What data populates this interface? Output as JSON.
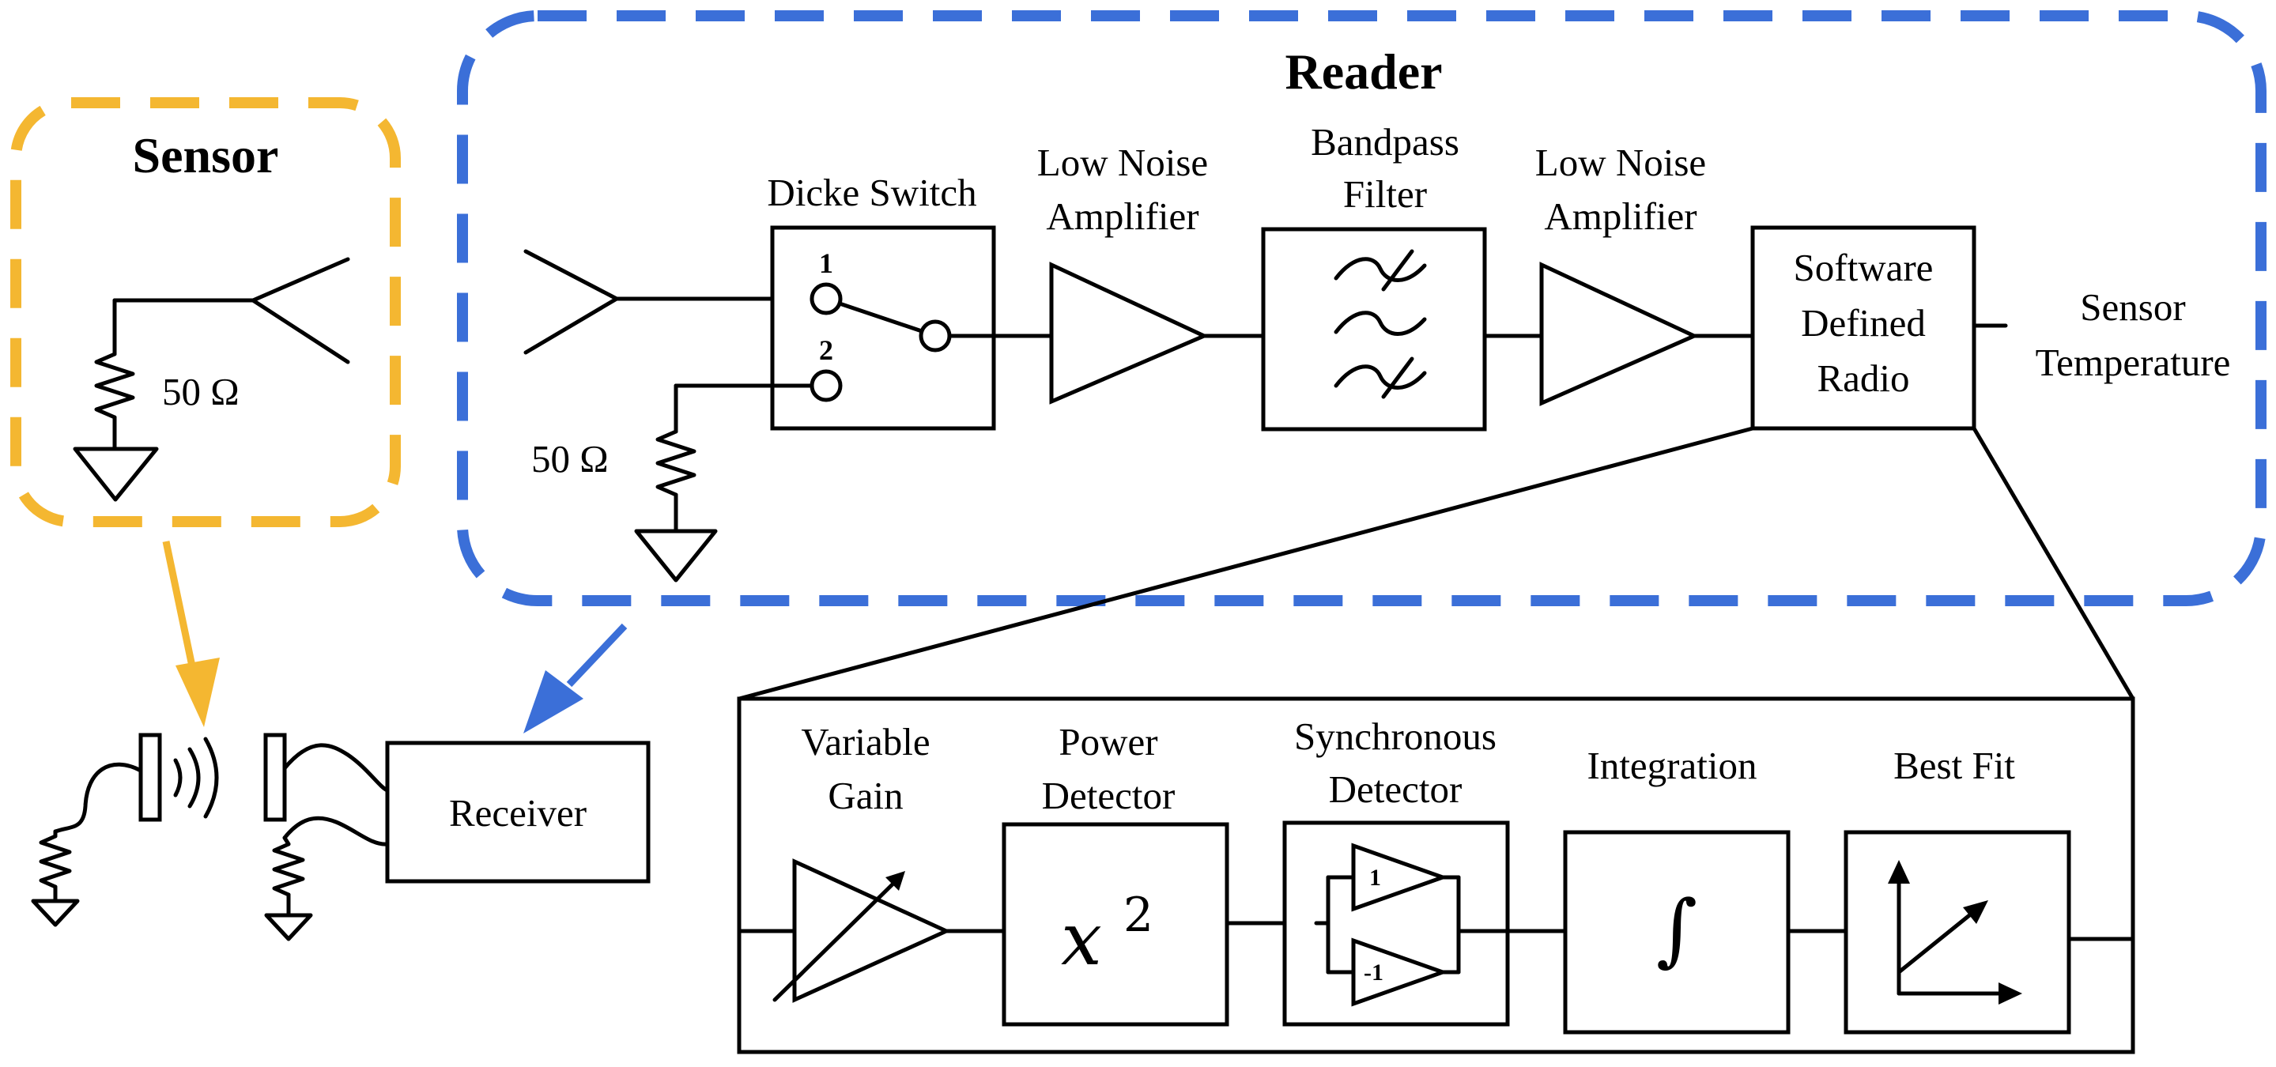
{
  "colors": {
    "sensor": "#F4B731",
    "reader": "#3B6FD8",
    "wire": "#000000"
  },
  "sensor": {
    "title": "Sensor",
    "resistor_label": "50 Ω"
  },
  "reader": {
    "title": "Reader",
    "dicke_switch": {
      "label": "Dicke Switch",
      "pin1": "1",
      "pin2": "2"
    },
    "lna1": {
      "line1": "Low Noise",
      "line2": "Amplifier"
    },
    "filter": {
      "line1": "Bandpass",
      "line2": "Filter"
    },
    "lna2": {
      "line1": "Low Noise",
      "line2": "Amplifier"
    },
    "sdr": {
      "line1": "Software",
      "line2": "Defined",
      "line3": "Radio"
    },
    "resistor_label": "50 Ω",
    "output": {
      "line1": "Sensor",
      "line2": "Temperature"
    }
  },
  "receiver": {
    "label": "Receiver"
  },
  "sdr_detail": {
    "variable_gain": {
      "line1": "Variable",
      "line2": "Gain"
    },
    "power_detector": {
      "line1": "Power",
      "line2": "Detector",
      "symbol": "x",
      "exponent": "2"
    },
    "sync_detector": {
      "line1": "Synchronous",
      "line2": "Detector",
      "gain_pos": "1",
      "gain_neg": "-1"
    },
    "integration": {
      "label": "Integration",
      "symbol": "∫"
    },
    "best_fit": {
      "label": "Best Fit"
    }
  }
}
